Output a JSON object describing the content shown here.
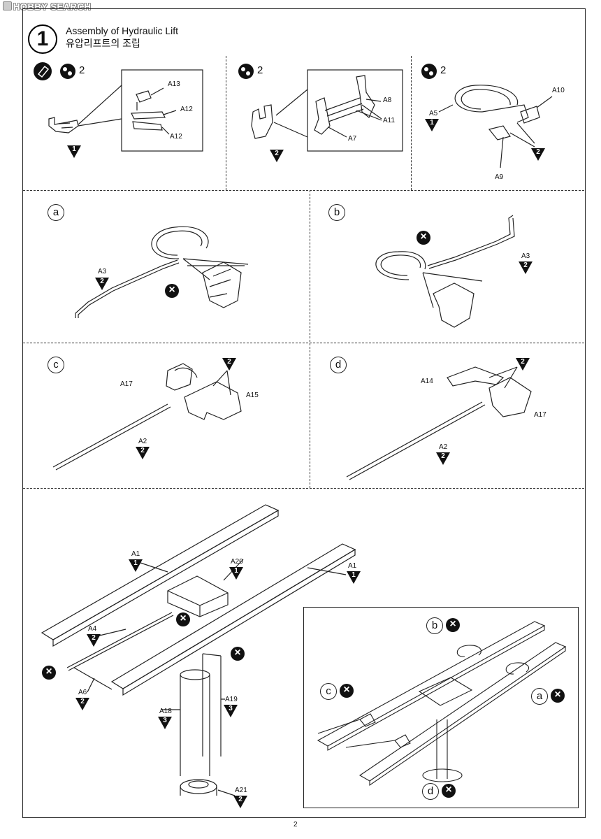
{
  "watermark": "HOBBY SEARCH",
  "step": {
    "number": "1",
    "title_en": "Assembly of Hydraulic Lift",
    "title_ko": "유압리프트의 조립"
  },
  "top_panels": {
    "qty1": "2",
    "qty2": "2",
    "qty3": "2",
    "p1": {
      "parts": [
        "A13",
        "A12",
        "A12"
      ],
      "sprue": "1"
    },
    "p2": {
      "parts": [
        "A8",
        "A11",
        "A7"
      ],
      "sprue": "2"
    },
    "p3": {
      "parts": [
        "A10",
        "A5",
        "A9"
      ],
      "sprue_a5": "1",
      "sprue": "2"
    }
  },
  "sub_a": {
    "letter": "a",
    "part": "A3",
    "sprue": "2"
  },
  "sub_b": {
    "letter": "b",
    "part": "A3",
    "sprue": "2"
  },
  "sub_c": {
    "letter": "c",
    "parts": [
      "A17",
      "A15",
      "A2"
    ],
    "sprue": "2"
  },
  "sub_d": {
    "letter": "d",
    "parts": [
      "A14",
      "A17",
      "A2"
    ],
    "sprue": "2"
  },
  "main": {
    "parts": [
      {
        "id": "A1",
        "sprue": "1"
      },
      {
        "id": "A20",
        "sprue": "1"
      },
      {
        "id": "A1",
        "sprue": "1"
      },
      {
        "id": "A4",
        "sprue": "2"
      },
      {
        "id": "A6",
        "sprue": "2"
      },
      {
        "id": "A18",
        "sprue": "3"
      },
      {
        "id": "A19",
        "sprue": "3"
      },
      {
        "id": "A21",
        "sprue": "2"
      }
    ],
    "inset_letters": [
      "b",
      "c",
      "a",
      "d"
    ]
  },
  "page_number": "2"
}
